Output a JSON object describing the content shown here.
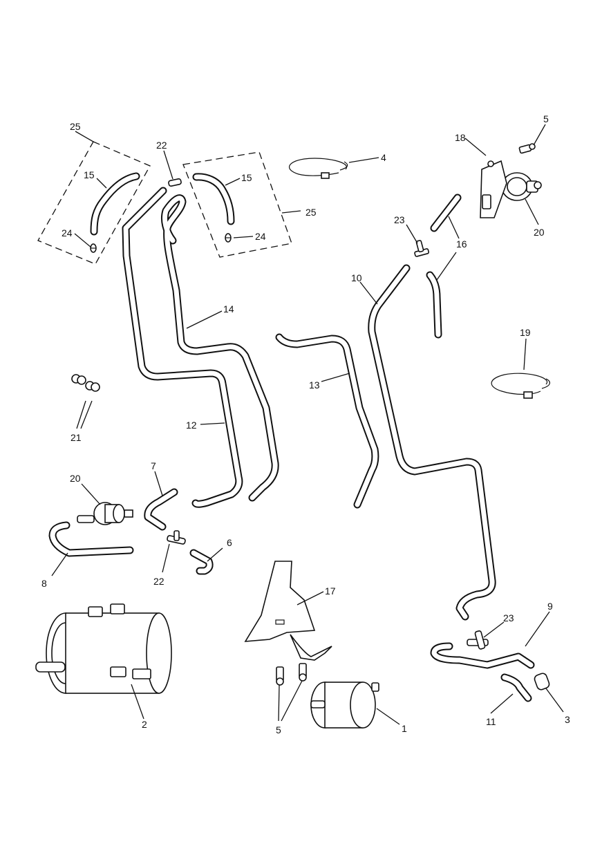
{
  "callouts": [
    {
      "id": "c1",
      "text": "1"
    },
    {
      "id": "c2",
      "text": "2"
    },
    {
      "id": "c3",
      "text": "3"
    },
    {
      "id": "c4",
      "text": "4"
    },
    {
      "id": "c5a",
      "text": "5"
    },
    {
      "id": "c5b",
      "text": "5"
    },
    {
      "id": "c6",
      "text": "6"
    },
    {
      "id": "c7",
      "text": "7"
    },
    {
      "id": "c8",
      "text": "8"
    },
    {
      "id": "c9",
      "text": "9"
    },
    {
      "id": "c10",
      "text": "10"
    },
    {
      "id": "c11",
      "text": "11"
    },
    {
      "id": "c12",
      "text": "12"
    },
    {
      "id": "c13",
      "text": "13"
    },
    {
      "id": "c14",
      "text": "14"
    },
    {
      "id": "c15a",
      "text": "15"
    },
    {
      "id": "c15b",
      "text": "15"
    },
    {
      "id": "c16",
      "text": "16"
    },
    {
      "id": "c17",
      "text": "17"
    },
    {
      "id": "c18",
      "text": "18"
    },
    {
      "id": "c19",
      "text": "19"
    },
    {
      "id": "c20a",
      "text": "20"
    },
    {
      "id": "c20b",
      "text": "20"
    },
    {
      "id": "c21",
      "text": "21"
    },
    {
      "id": "c22a",
      "text": "22"
    },
    {
      "id": "c22b",
      "text": "22"
    },
    {
      "id": "c23a",
      "text": "23"
    },
    {
      "id": "c23b",
      "text": "23"
    },
    {
      "id": "c24a",
      "text": "24"
    },
    {
      "id": "c24b",
      "text": "24"
    },
    {
      "id": "c25a",
      "text": "25"
    },
    {
      "id": "c25b",
      "text": "25"
    }
  ]
}
